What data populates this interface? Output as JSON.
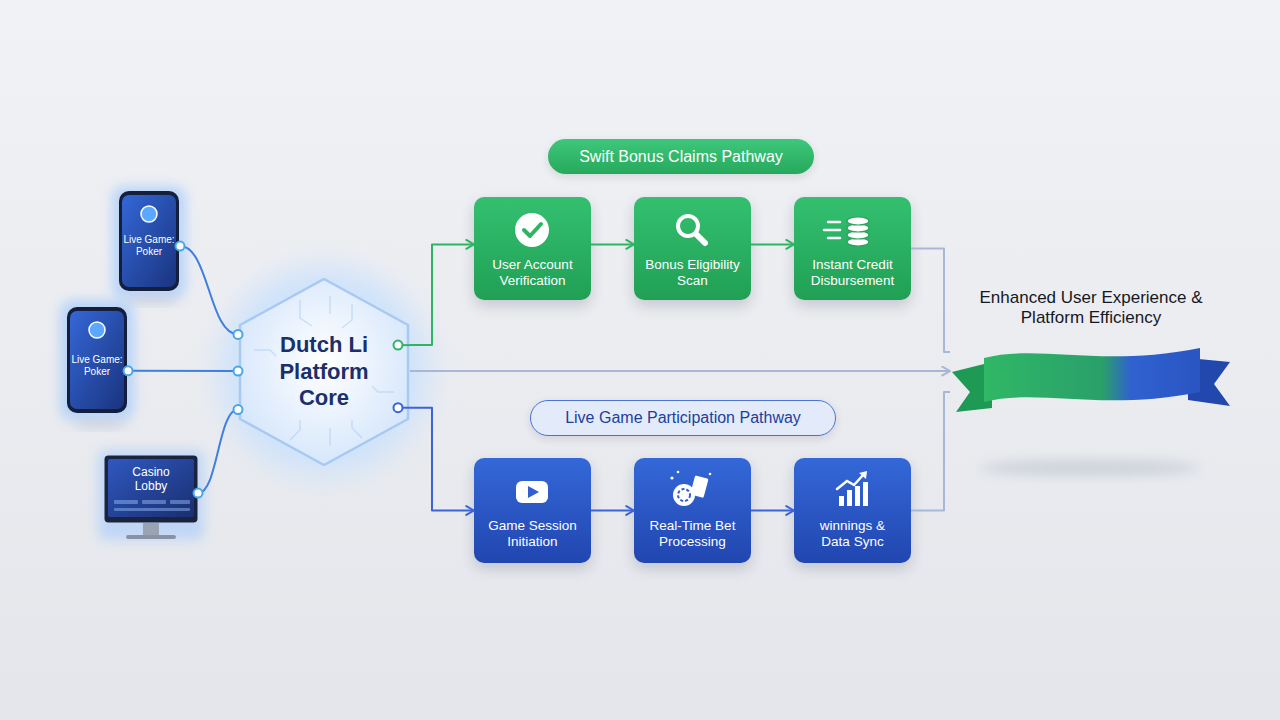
{
  "diagram": {
    "nodes": [
      {
        "text": [
          "Live Game: Poker"
        ]
      },
      {
        "text": [
          "Live Game: Poker"
        ]
      },
      {
        "text": [
          "Casino Lobby"
        ]
      },
      {
        "text": [
          "Dutch Li Platform Core"
        ]
      },
      {
        "text": [
          "Swift Bonus Claims Pathway"
        ]
      },
      {
        "text": [
          "User Account Verification"
        ]
      },
      {
        "text": [
          "Bonus Eligibility Scan"
        ]
      },
      {
        "text": [
          "Instant Credit Disbursement"
        ]
      },
      {
        "text": [
          "Live Game Participation Pathway"
        ]
      },
      {
        "text": [
          "Game Session Initiation"
        ]
      },
      {
        "text": [
          "Real-Time Bet Processing"
        ]
      },
      {
        "text": [
          "winnings & Data Sync"
        ]
      },
      {
        "text": [
          "Enhanced User Experience & Platform Efficiency"
        ]
      }
    ],
    "edges": [
      {
        "from": 0,
        "to": 3,
        "arrow": "none"
      },
      {
        "from": 1,
        "to": 3,
        "arrow": "none"
      },
      {
        "from": 2,
        "to": 3,
        "arrow": "none"
      },
      {
        "from": 3,
        "to": 5,
        "arrow": "to"
      },
      {
        "from": 5,
        "to": 6,
        "arrow": "to"
      },
      {
        "from": 6,
        "to": 7,
        "arrow": "to"
      },
      {
        "from": 7,
        "to": 12,
        "arrow": "none"
      },
      {
        "from": 3,
        "to": 12,
        "arrow": "to"
      },
      {
        "from": 3,
        "to": 9,
        "arrow": "to"
      },
      {
        "from": 9,
        "to": 10,
        "arrow": "to"
      },
      {
        "from": 10,
        "to": 11,
        "arrow": "to"
      },
      {
        "from": 11,
        "to": 12,
        "arrow": "none"
      }
    ]
  }
}
